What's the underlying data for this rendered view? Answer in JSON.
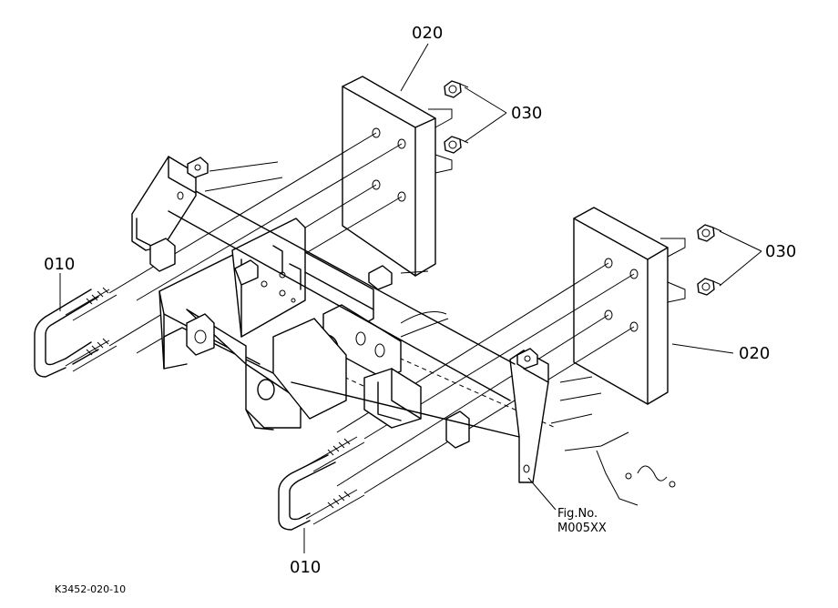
{
  "callouts": {
    "c020_top": "020",
    "c030_top": "030",
    "c030_right": "030",
    "c020_right": "020",
    "c010_left": "010",
    "c010_bottom": "010"
  },
  "figure": {
    "fig_no_label": "Fig.No.",
    "fig_no_value": "M005XX"
  },
  "drawing_code": "K3452-020-10"
}
